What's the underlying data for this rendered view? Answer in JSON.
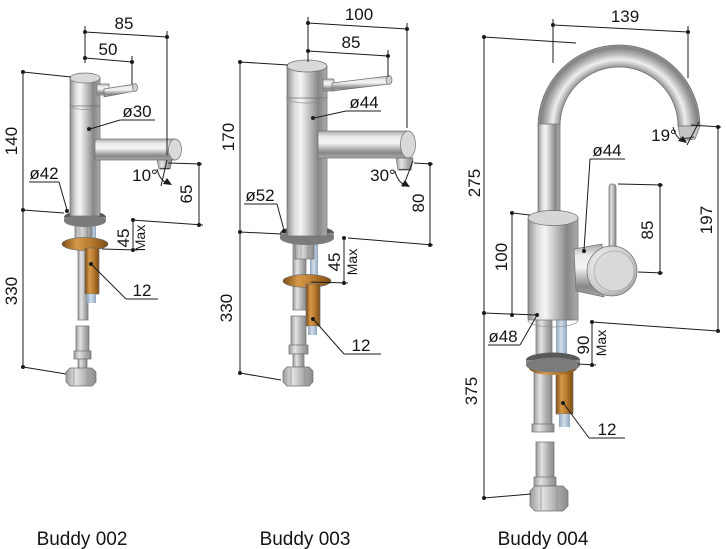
{
  "figure_type": "faucet-dimension-drawing",
  "colors": {
    "line": "#1c1c1c",
    "chrome_light": "#f2f2f2",
    "chrome_mid": "#b5b5b5",
    "chrome_dark": "#7d7d7d",
    "brass": "#b87a2e",
    "hose_blue": "#b9c9dc",
    "background": "#ffffff"
  },
  "products": [
    {
      "name": "Buddy 002",
      "dims": {
        "spout_reach": "85",
        "handle_reach": "50",
        "body_diameter": "ø30",
        "spout_height": "140",
        "base_diameter": "ø42",
        "outlet_angle": "10°",
        "outlet_height": "65",
        "deck_max": "45",
        "deck_max_unit": "Max",
        "connection": "12",
        "hose_length": "330"
      }
    },
    {
      "name": "Buddy 003",
      "dims": {
        "spout_reach": "100",
        "handle_reach": "85",
        "body_diameter": "ø44",
        "spout_height": "170",
        "base_diameter": "ø52",
        "outlet_angle": "30°",
        "outlet_height": "80",
        "deck_max": "45",
        "deck_max_unit": "Max",
        "connection": "12",
        "hose_length": "330"
      }
    },
    {
      "name": "Buddy 004",
      "dims": {
        "spout_reach": "139",
        "body_diameter": "ø44",
        "outlet_angle": "19°",
        "total_height": "275",
        "outlet_height": "197",
        "handle_height": "85",
        "body_height": "100",
        "base_diameter": "ø48",
        "deck_max": "90",
        "deck_max_unit": "Max",
        "connection": "12",
        "hose_length": "375"
      }
    }
  ]
}
